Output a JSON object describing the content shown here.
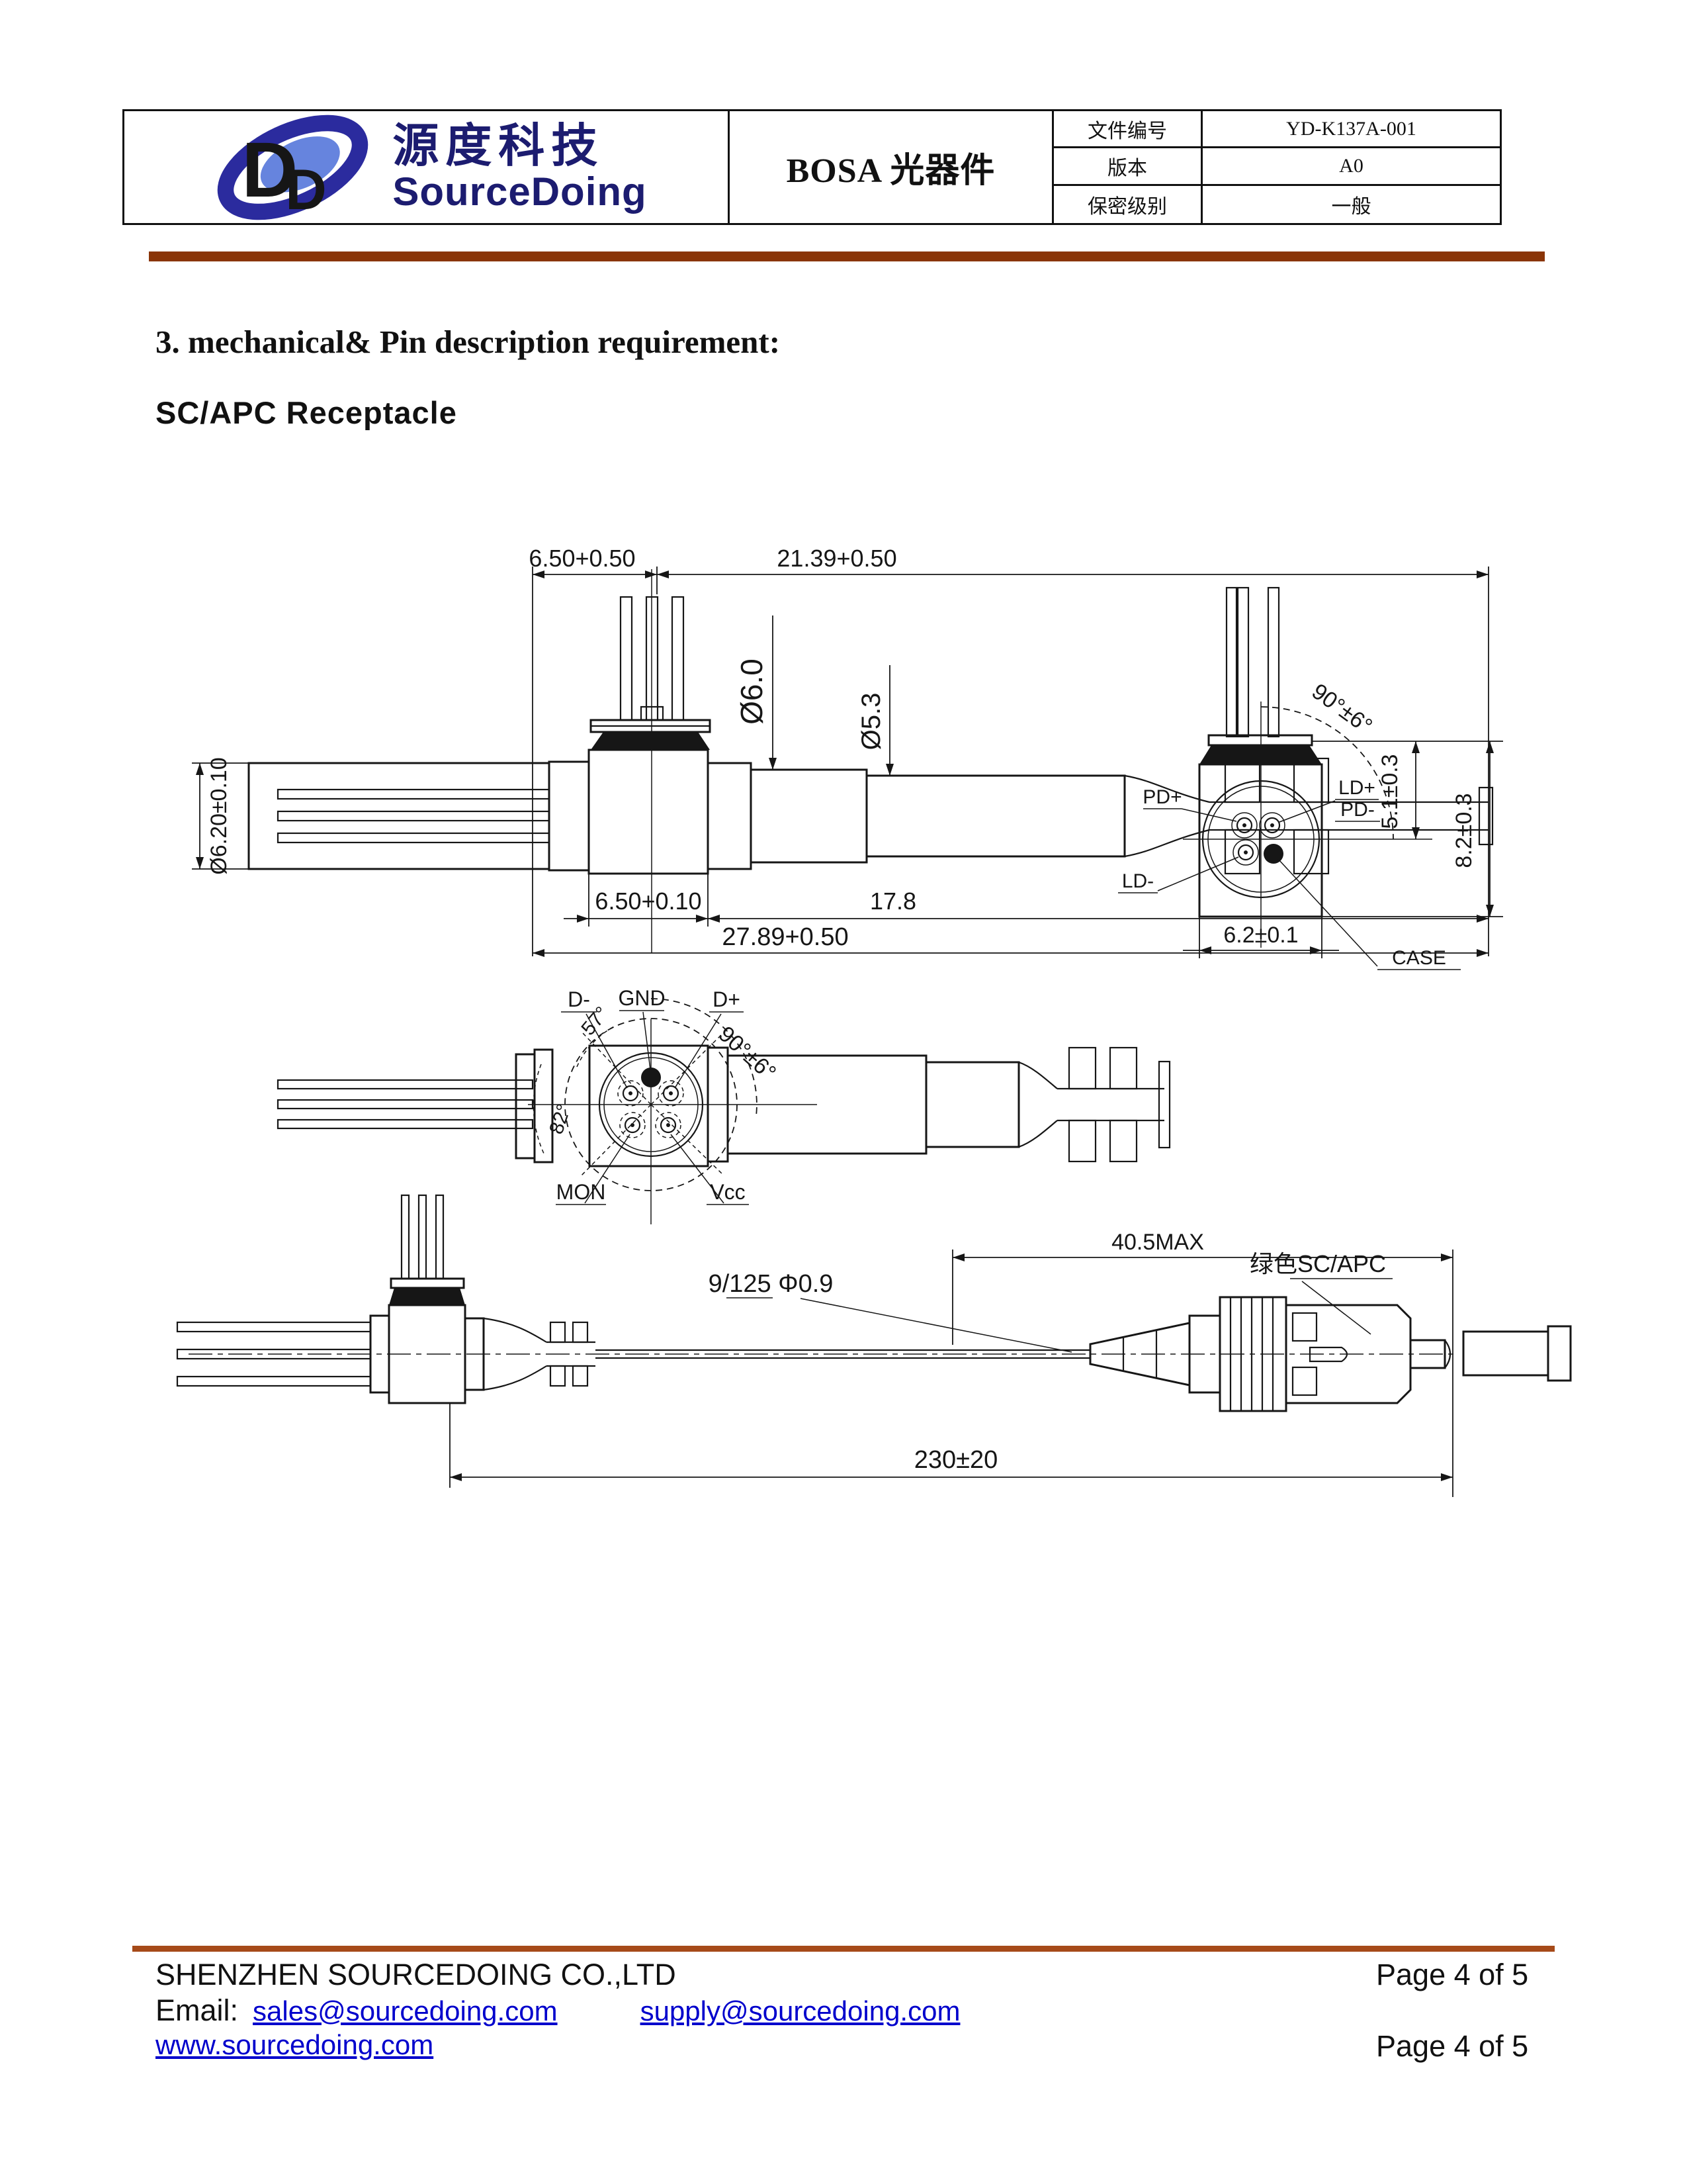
{
  "header": {
    "logo": {
      "cn": "源度科技",
      "en": "SourceDoing",
      "mark_d1": "D",
      "mark_d2": "D"
    },
    "title": "BOSA 光器件",
    "meta": [
      {
        "label": "文件编号",
        "value": "YD-K137A-001"
      },
      {
        "label": "版本",
        "value": "A0"
      },
      {
        "label": "保密级别",
        "value": "一般"
      }
    ]
  },
  "section": {
    "heading": "3.  mechanical& Pin description requirement:",
    "subheading": "SC/APC Receptacle"
  },
  "drawing": {
    "side_view": {
      "dim_pin_offset": "6.50+0.50",
      "dim_nose_length": "21.39+0.50",
      "dim_snout_dia": "Ø6.0",
      "dim_barrel_dia": "Ø5.3",
      "dim_tube_dia": "Ø6.20±0.10",
      "dim_body_length": "6.50+0.10",
      "dim_tail_length": "17.8",
      "dim_overall": "27.89+0.50"
    },
    "ld_pin_view": {
      "pin_pd_plus": "PD+",
      "pin_ld_plus": "LD+",
      "pin_pd_minus": "PD-",
      "pin_ld_minus": "LD-",
      "case_label": "CASE",
      "dim_angle": "90°±6°",
      "dim_pin_height": "5.1±0.3",
      "dim_case_height": "8.2±0.3",
      "dim_case_width": "6.2±0.1"
    },
    "receiver_pin_view": {
      "pin_d_minus": "D-",
      "pin_gnd": "GND",
      "pin_d_plus": "D+",
      "pin_mon": "MON",
      "pin_vcc": "Vcc",
      "angle_57": "57°",
      "angle_82": "82°",
      "angle_90": "90°±6°"
    },
    "assembly_view": {
      "dim_connector_len": "40.5MAX",
      "fiber_spec": "9/125  Φ0.9",
      "connector_note": "绿色SC/APC",
      "dim_overall_len": "230±20"
    }
  },
  "footer": {
    "company": "SHENZHEN SOURCEDOING CO.,LTD",
    "email_label": "Email:",
    "email_primary": "sales@sourcedoing.com",
    "email_secondary": "supply@sourcedoing.com",
    "website": "www.sourcedoing.com",
    "page_top": "Page 4 of 5",
    "page_bottom": "Page 4 of 5"
  },
  "colors": {
    "accent_bar": "#8a3508",
    "footer_bar": "#a64a19",
    "link": "#0000cc",
    "logo_navy": "#1c1c70",
    "logo_red": "#e31420"
  }
}
